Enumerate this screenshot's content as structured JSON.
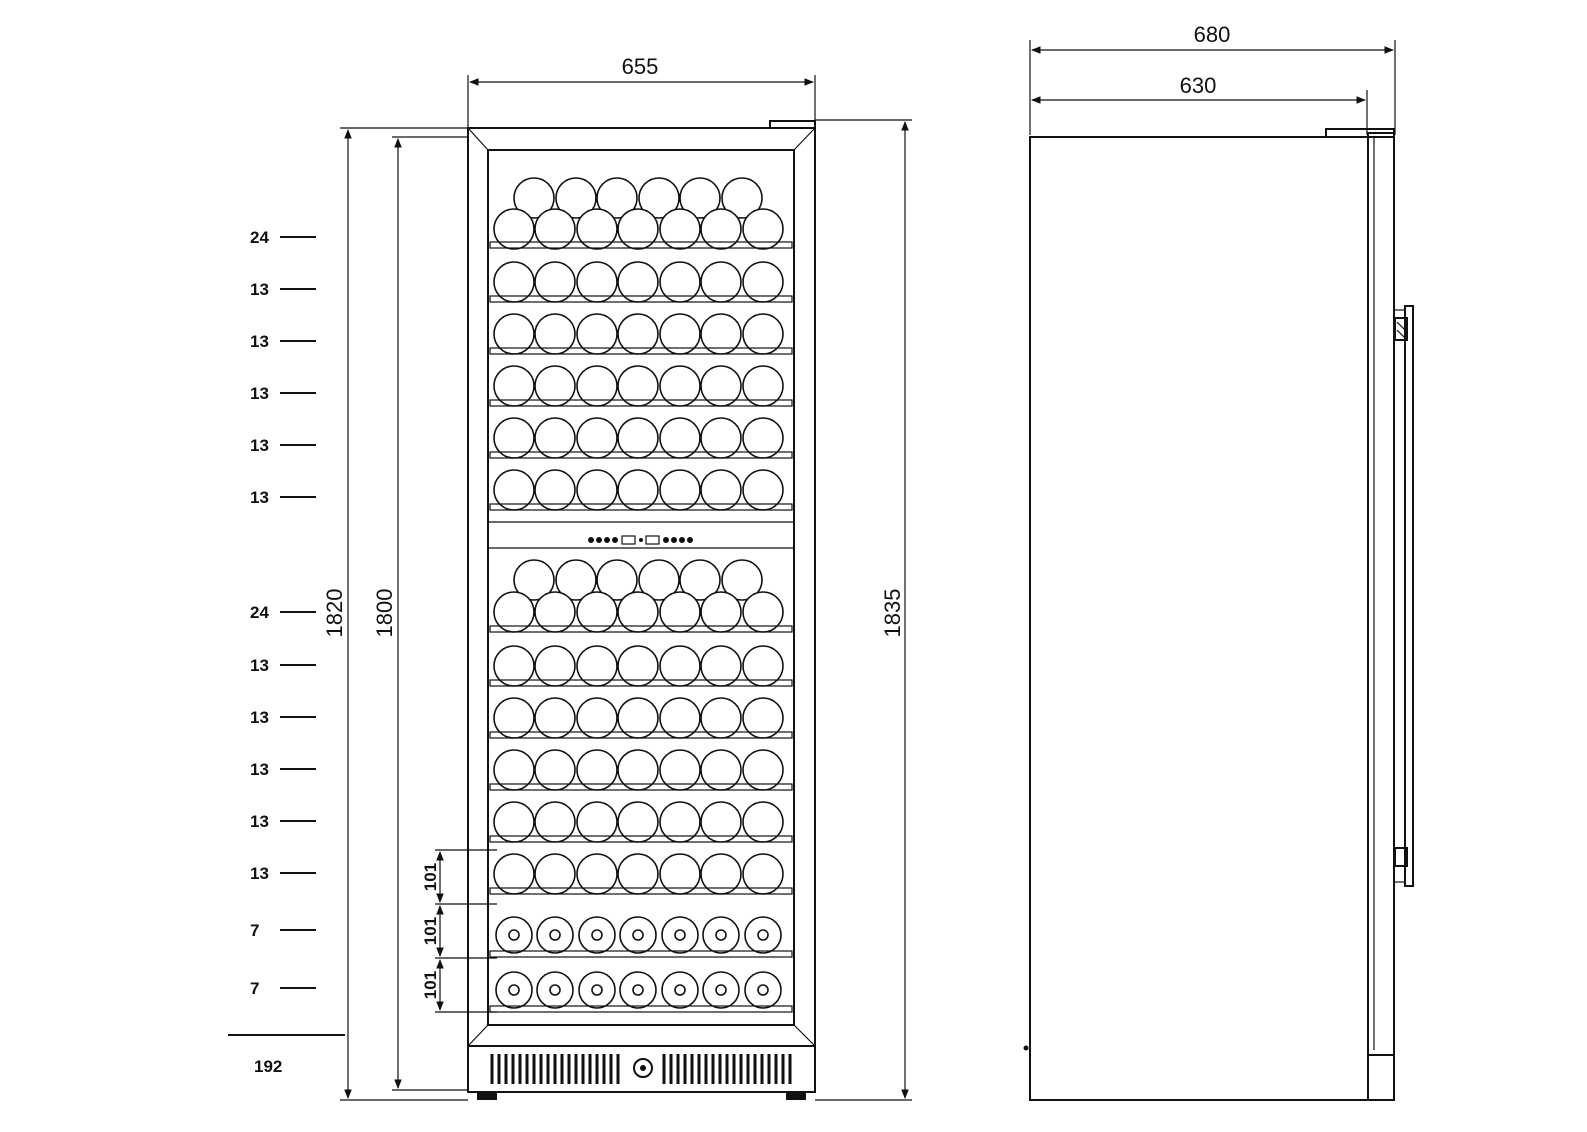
{
  "front_view": {
    "width_label": "655",
    "heights": {
      "outer": "1820",
      "inner": "1800",
      "total": "1835"
    },
    "spacing_labels": [
      "101",
      "101",
      "101"
    ],
    "base_label": "192"
  },
  "side_view": {
    "overall_depth_label": "680",
    "body_depth_label": "630"
  },
  "shelf_capacities": {
    "upper_zone": [
      "24",
      "13",
      "13",
      "13",
      "13",
      "13"
    ],
    "lower_zone": [
      "24",
      "13",
      "13",
      "13",
      "13",
      "13",
      "7",
      "7"
    ]
  }
}
